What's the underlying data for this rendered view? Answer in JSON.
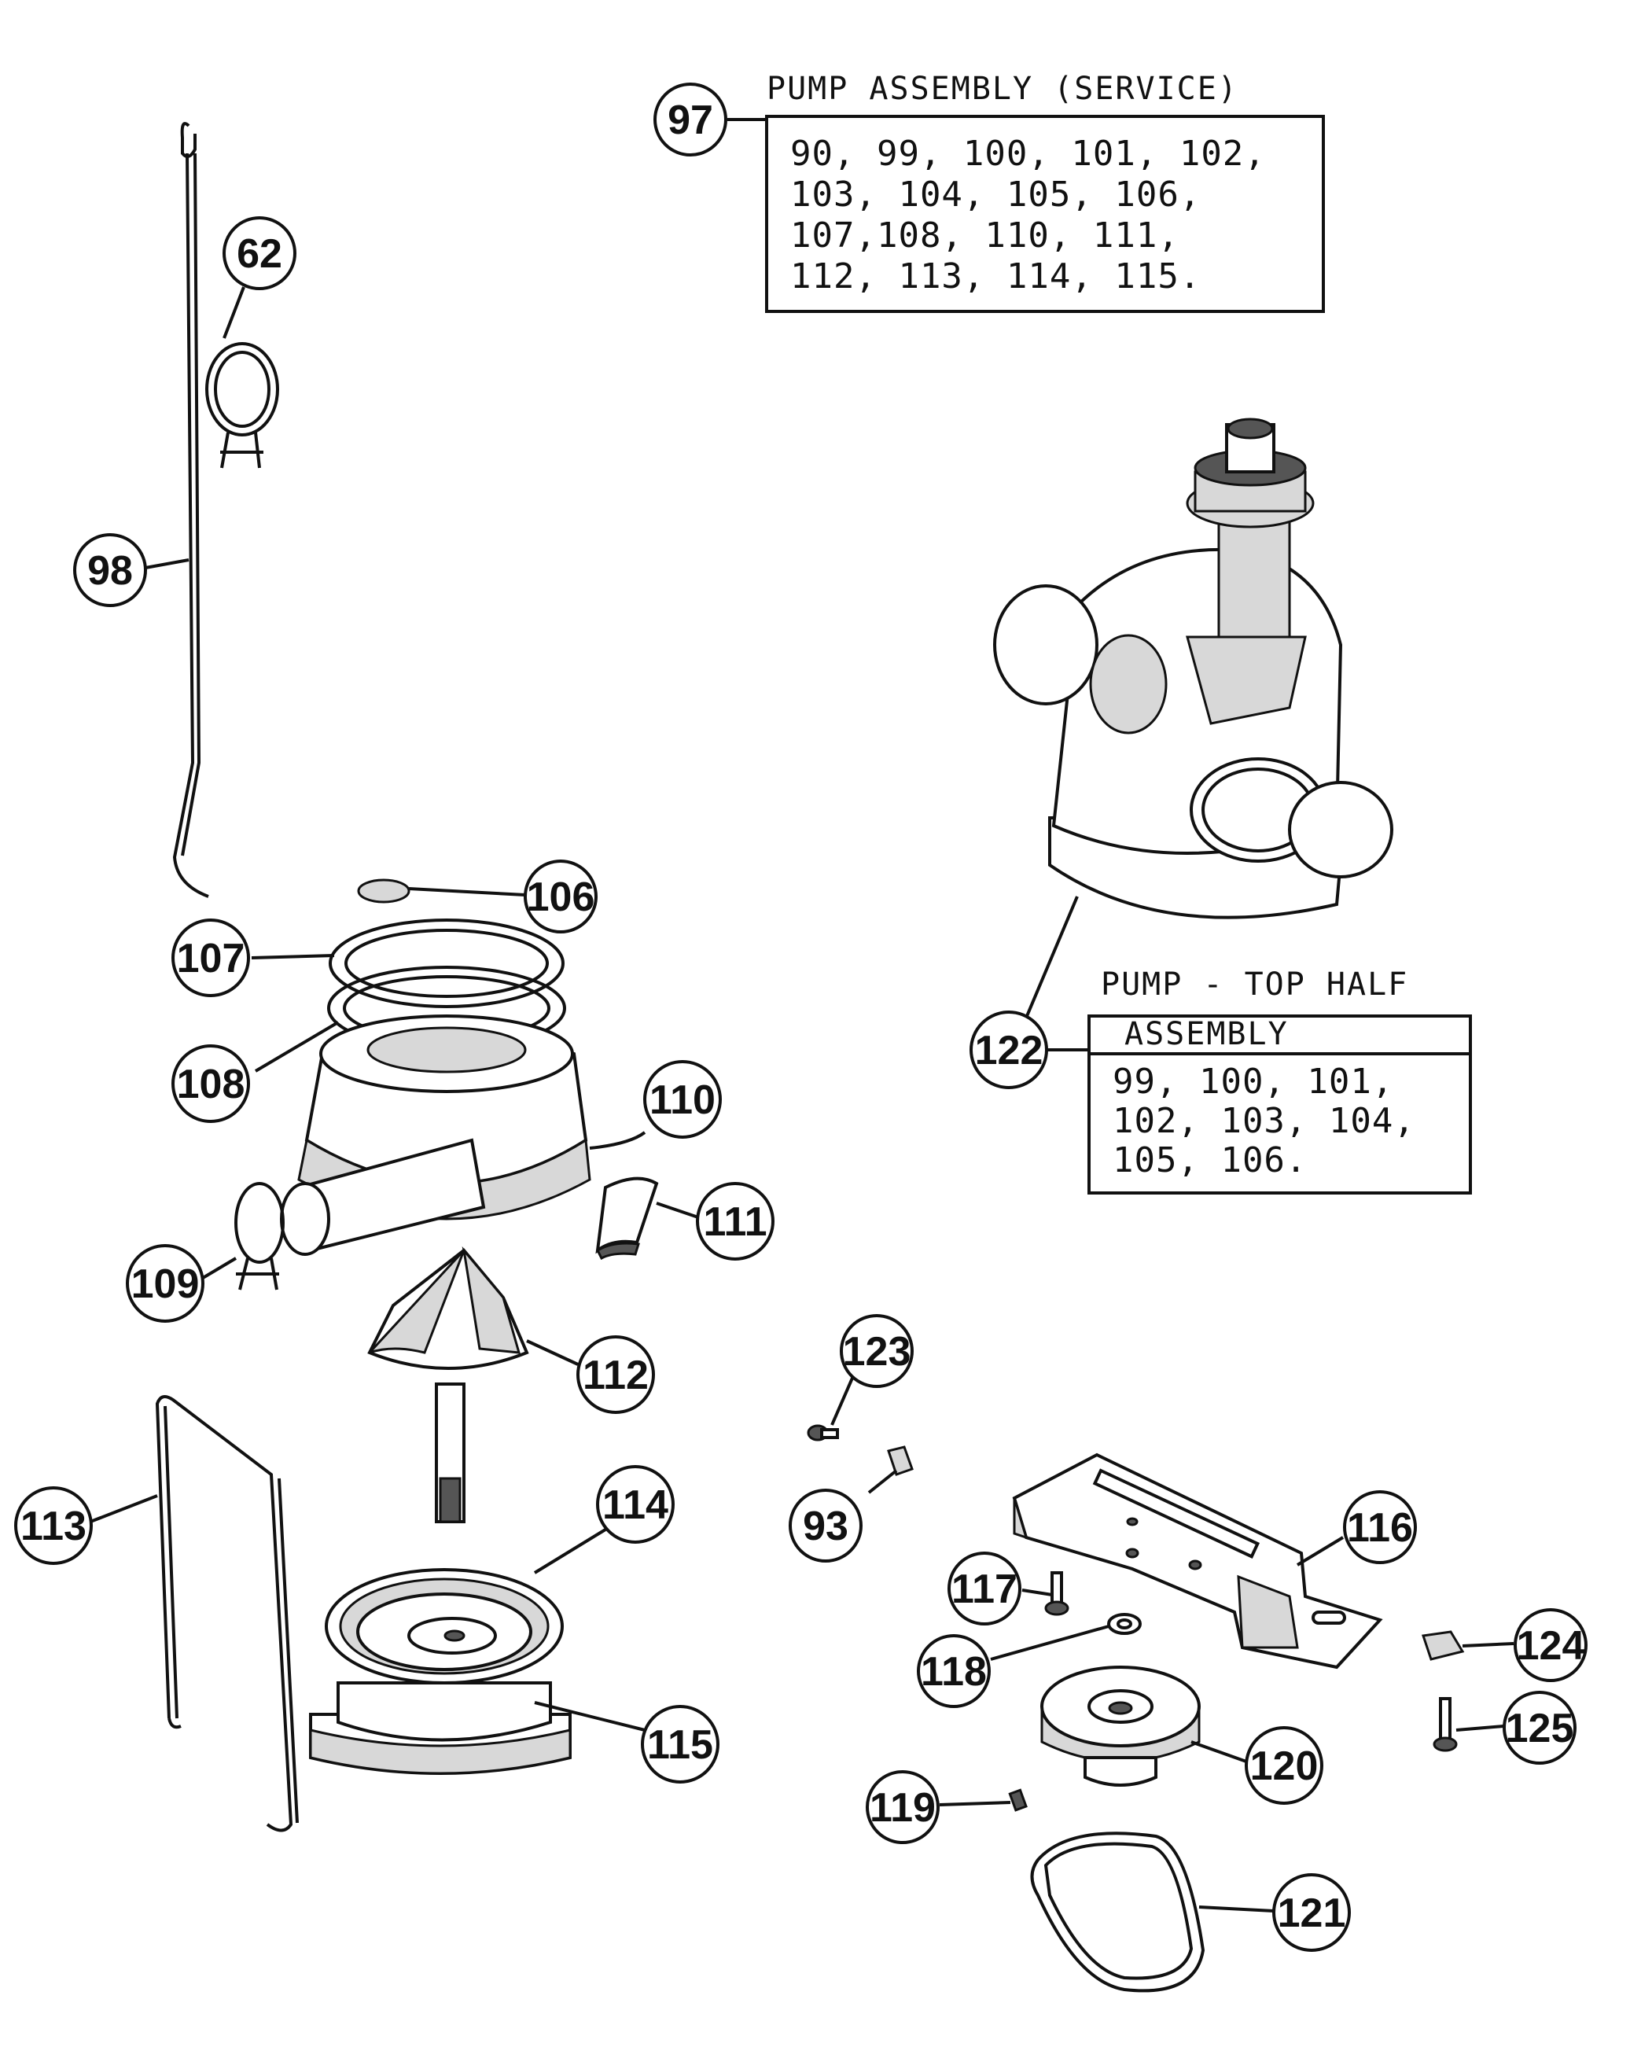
{
  "service_box": {
    "callout": "97",
    "title": "PUMP ASSEMBLY (SERVICE)",
    "lines": [
      "90, 99, 100, 101, 102,",
      "103, 104, 105, 106,",
      "107,108, 110, 111,",
      "112, 113, 114, 115."
    ]
  },
  "top_half_box": {
    "title": "PUMP - TOP HALF",
    "header": "ASSEMBLY",
    "lines": [
      "99, 100, 101,",
      "102, 103, 104,",
      "105, 106."
    ]
  },
  "callouts": {
    "c62": "62",
    "c93": "93",
    "c98": "98",
    "c106": "106",
    "c107": "107",
    "c108": "108",
    "c109": "109",
    "c110": "110",
    "c111": "111",
    "c112": "112",
    "c113": "113",
    "c114": "114",
    "c115": "115",
    "c116": "116",
    "c117": "117",
    "c118": "118",
    "c119": "119",
    "c120": "120",
    "c121": "121",
    "c122": "122",
    "c123": "123",
    "c124": "124",
    "c125": "125"
  }
}
